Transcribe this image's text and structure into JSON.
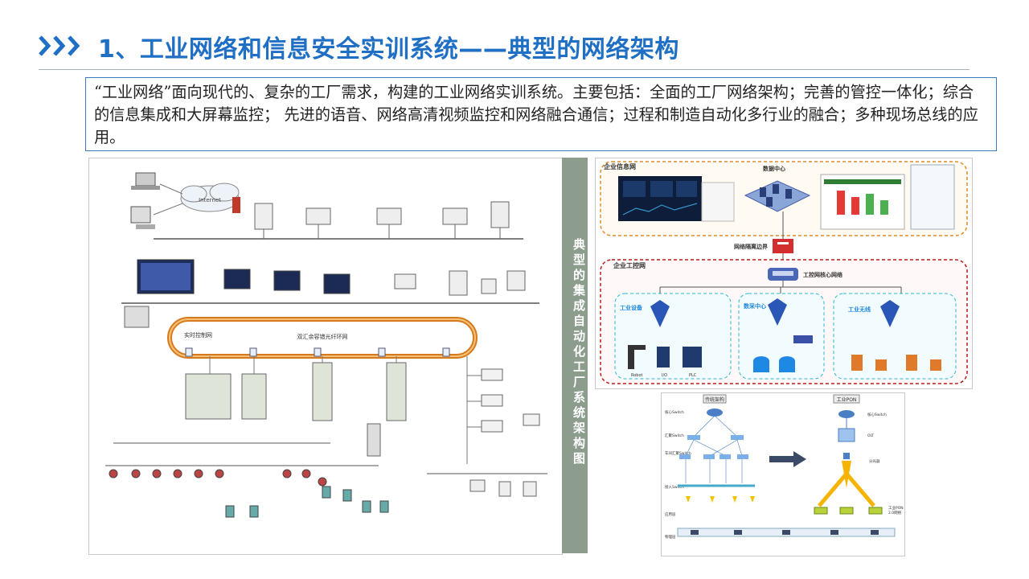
{
  "header": {
    "title": "1、工业网络和信息安全实训系统——典型的网络架构",
    "chevron_icon": "triple-chevron-right-icon",
    "accent": "#1f6fc5"
  },
  "intro": {
    "text": "“工业网络”面向现代的、复杂的工厂需求，构建的工业网络实训系统。主要包括：全面的工厂网络架构；完善的管控一体化；综合的信息集成和大屏幕监控； 先进的语音、网络高清视频监控和网络融合通信；过程和制造自动化多行业的融合；多种现场总线的应用。"
  },
  "left_diagram": {
    "internet": "Internet",
    "ring_left": "实时控制网",
    "ring_center": "双汇余容错光纤环网"
  },
  "side_label": "典型的集成自动化工厂系统架构图",
  "enterprise_diagram": {
    "info_net": "企业信息网",
    "datacenter": "数据中心",
    "boundary": "网络隔离边界",
    "control_net": "企业工控网",
    "core_net": "工控网核心网络",
    "industrial_devices": "工业设备",
    "data_collect": "数采中心",
    "wireless": "工业无线",
    "robot": "Robot",
    "io": "I/O",
    "plc": "PLC"
  },
  "pon_diagram": {
    "traditional": "传统架构",
    "pon": "工业PON",
    "core_switch_left": "核心Switch",
    "agg_switch": "汇聚Switch",
    "access_switch_car": "车间汇聚Switch",
    "access_layer": "接入Switch",
    "core_switch_right": "核心Switch",
    "olt": "OLT",
    "splitter": "分光器",
    "onu": "工业PON",
    "onu2": "2.0网络",
    "app_layer": "应用层",
    "field_layer": "物理层"
  }
}
